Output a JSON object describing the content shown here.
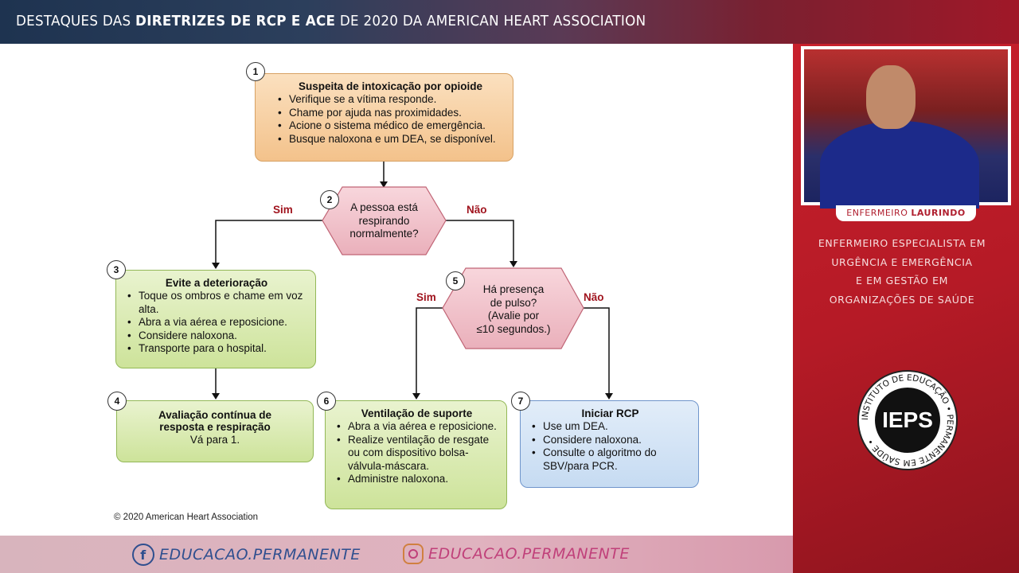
{
  "header": {
    "title_pre": "DESTAQUES DAS ",
    "title_bold": "DIRETRIZES DE RCP E ACE",
    "title_post": " DE 2020 DA AMERICAN HEART ASSOCIATION"
  },
  "flowchart": {
    "step1": {
      "num": "1",
      "title": "Suspeita de intoxicação por opioide",
      "items": [
        "Verifique se a vítima responde.",
        "Chame por ajuda nas proximidades.",
        "Acione o sistema médico de emergência.",
        "Busque naloxona e um DEA, se disponível."
      ]
    },
    "step2": {
      "num": "2",
      "lines": [
        "A pessoa está",
        "respirando",
        "normalmente?"
      ],
      "yes": "Sim",
      "no": "Não"
    },
    "step3": {
      "num": "3",
      "title": "Evite a deterioração",
      "items": [
        "Toque os ombros e chame em voz alta.",
        "Abra a via aérea e reposicione.",
        "Considere naloxona.",
        "Transporte para o hospital."
      ]
    },
    "step4": {
      "num": "4",
      "title_lines": [
        "Avaliação contínua de",
        "resposta e respiração"
      ],
      "text": "Vá para 1."
    },
    "step5": {
      "num": "5",
      "lines": [
        "Há presença",
        "de pulso?",
        "(Avalie por",
        "≤10 segundos.)"
      ],
      "yes": "Sim",
      "no": "Não"
    },
    "step6": {
      "num": "6",
      "title": "Ventilação de suporte",
      "items": [
        "Abra a via aérea e reposicione.",
        "Realize ventilação de resgate ou com dispositivo bolsa-válvula-máscara.",
        "Administre naloxona."
      ]
    },
    "step7": {
      "num": "7",
      "title": "Iniciar RCP",
      "items": [
        "Use um DEA.",
        "Considere naloxona.",
        "Consulte o algoritmo do SBV/para PCR."
      ]
    },
    "copyright": "© 2020 American Heart Association"
  },
  "footer": {
    "facebook": "EDUCACAO.PERMANENTE",
    "instagram": "EDUCACAO.PERMANENTE",
    "facebook_icon": "f"
  },
  "presenter": {
    "name_pre": "ENFERMEIRO ",
    "name_bold": "LAURINDO",
    "bio": [
      "ENFERMEIRO ESPECIALISTA EM",
      "URGÊNCIA E EMERGÊNCIA",
      "E EM GESTÃO EM",
      "ORGANIZAÇÕES DE SAÚDE"
    ]
  },
  "logo": {
    "text": "IEPS",
    "ring": "INSTITUTO DE EDUCAÇÃO • PERMANENTE EM SAÚDE •"
  },
  "colors": {
    "accent_red": "#b51a26",
    "facebook_blue": "#2f4f8f",
    "instagram_pink": "#c0407a"
  }
}
